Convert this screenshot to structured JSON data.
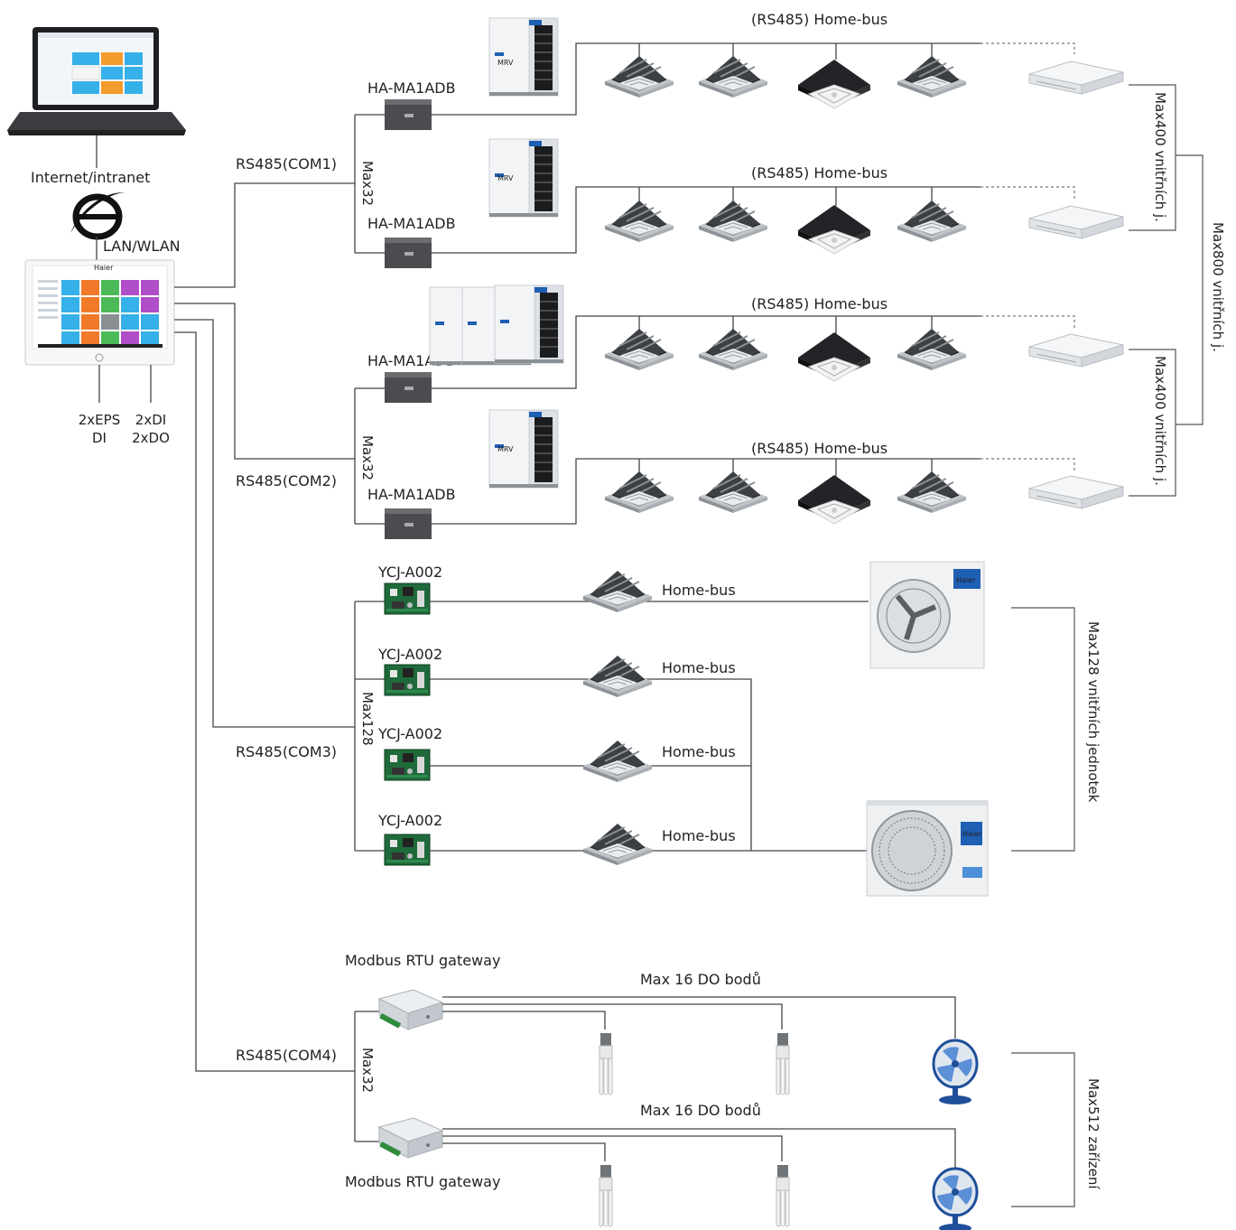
{
  "computer": {
    "network_label": "Internet/intranet",
    "lan_label": "LAN/WLAN"
  },
  "controller": {
    "brand": "Haier",
    "io_left_line1": "2xEPS",
    "io_left_line2": "DI",
    "io_right_line1": "2xDI",
    "io_right_line2": "2xDO"
  },
  "com_ports": {
    "com1": "RS485(COM1)",
    "com2": "RS485(COM2)",
    "com3": "RS485(COM3)",
    "com4": "RS485(COM4)"
  },
  "bus_limits": {
    "com1": "Max32",
    "com2": "Max32",
    "com3": "Max128",
    "com4": "Max32"
  },
  "vrf_group": {
    "adapter_label": "HA-MA1ADB",
    "bus_label": "(RS485) Home-bus",
    "outdoor_badge": "MRV",
    "limit_upper": "Max400 vnitřních j.",
    "limit_lower": "Max400 vnitřních j.",
    "limit_total": "Max800 vnitřních j."
  },
  "ycj_group": {
    "adapter_label": "YCJ-A002",
    "bus_label": "Home-bus",
    "outdoor_brand": "Haier",
    "limit_label": "Max128 vnitřních jednotek"
  },
  "modbus_group": {
    "gateway_label": "Modbus RTU gateway",
    "do_label": "Max 16 DO bodů",
    "limit_label": "Max512 zařízení"
  }
}
